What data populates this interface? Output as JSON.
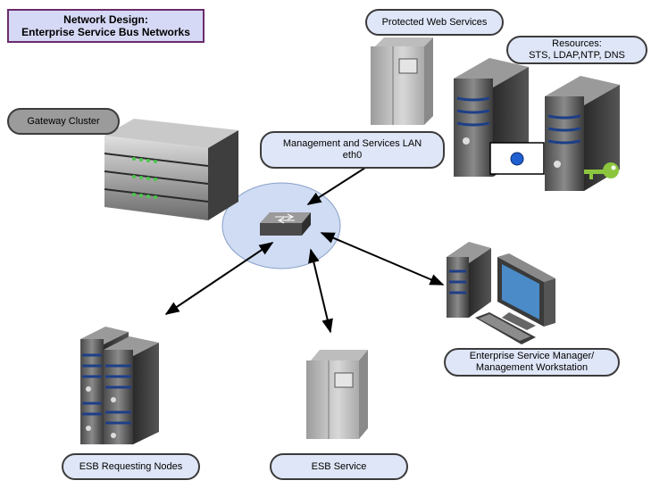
{
  "title": {
    "line1": "Network Design:",
    "line2": "Enterprise Service Bus Networks"
  },
  "labels": {
    "protected_web_services": "Protected Web Services",
    "resources_line1": "Resources:",
    "resources_line2": "STS, LDAP,NTP, DNS",
    "gateway_cluster": "Gateway Cluster",
    "management_lan_line1": "Management and Services LAN",
    "management_lan_line2": "eth0",
    "esm_line1": "Enterprise Service Manager/",
    "esm_line2": "Management Workstation",
    "esb_requesting_nodes": "ESB Requesting Nodes",
    "esb_service": "ESB Service"
  },
  "colors": {
    "title_fill": "#d6d9f5",
    "title_border": "#6b2b6b",
    "pill_fill": "#dfe6f7",
    "pill_gray": "#9b9b9b",
    "hub_fill": "#cfdcf3",
    "key": "#8cc63f",
    "blue_dot": "#1f5fcf"
  },
  "icons": [
    "switch-icon",
    "gateway-appliance-icon",
    "tower-server-icon",
    "rack-server-icon",
    "key-icon",
    "workstation-icon"
  ]
}
